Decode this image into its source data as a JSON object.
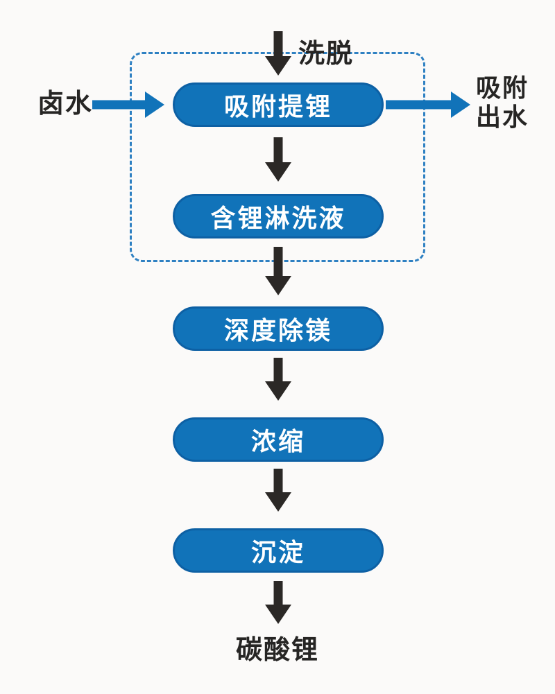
{
  "colors": {
    "background": "#fbfaf9",
    "box_fill": "#1173b9",
    "box_border": "#0d60a4",
    "dashed_border": "#2e80c2",
    "arrow_blue": "#1173b9",
    "arrow_black": "#2b2826",
    "label_text": "#262524",
    "box_text": "#ffffff"
  },
  "diagram": {
    "top_label": "洗脱",
    "left_label": "卤水",
    "right_label": "吸附\n出水",
    "output_label": "碳酸锂",
    "boxes": [
      {
        "label": "吸附提锂"
      },
      {
        "label": "含锂淋洗液"
      },
      {
        "label": "深度除镁"
      },
      {
        "label": "浓缩"
      },
      {
        "label": "沉淀"
      }
    ]
  }
}
